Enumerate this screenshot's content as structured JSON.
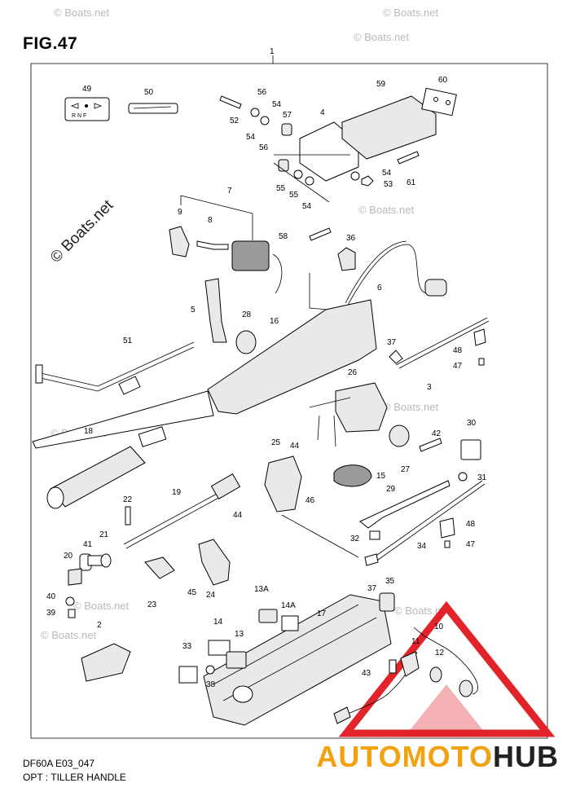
{
  "figure": {
    "title": "FIG.47",
    "code": "DF60A E03_047",
    "caption": "OPT : TILLER HANDLE"
  },
  "watermark": {
    "text": "© Boats.net",
    "brand_part1": "AUTOMOTO",
    "brand_part2": "HUB",
    "brand_colors": {
      "part1": "#f2a10f",
      "part2": "#222222",
      "triangle": "#e2232a"
    }
  },
  "shift_label": {
    "letters": "R  N  F"
  },
  "callouts": {
    "c1": "1",
    "c2": "2",
    "c3": "3",
    "c4": "4",
    "c5": "5",
    "c6": "6",
    "c7": "7",
    "c8": "8",
    "c9": "9",
    "c10": "10",
    "c11": "11",
    "c12": "12",
    "c13": "13",
    "c13A": "13A",
    "c14": "14",
    "c14A": "14A",
    "c15": "15",
    "c16": "16",
    "c17": "17",
    "c18": "18",
    "c19": "19",
    "c20": "20",
    "c21": "21",
    "c22": "22",
    "c23": "23",
    "c24": "24",
    "c25": "25",
    "c26": "26",
    "c27": "27",
    "c28": "28",
    "c29": "29",
    "c30": "30",
    "c31": "31",
    "c32": "32",
    "c33": "33",
    "c34": "34",
    "c35": "35",
    "c36": "36",
    "c37a": "37",
    "c37b": "37",
    "c38": "38",
    "c39": "39",
    "c40": "40",
    "c41": "41",
    "c42": "42",
    "c43": "43",
    "c44a": "44",
    "c44b": "44",
    "c45": "45",
    "c46": "46",
    "c47a": "47",
    "c47b": "47",
    "c48a": "48",
    "c48b": "48",
    "c49": "49",
    "c50": "50",
    "c51": "51",
    "c52": "52",
    "c53": "53",
    "c54a": "54",
    "c54b": "54",
    "c54c": "54",
    "c54d": "54",
    "c55a": "55",
    "c55b": "55",
    "c56a": "56",
    "c56b": "56",
    "c57": "57",
    "c58": "58",
    "c59": "59",
    "c60": "60",
    "c61": "61"
  }
}
